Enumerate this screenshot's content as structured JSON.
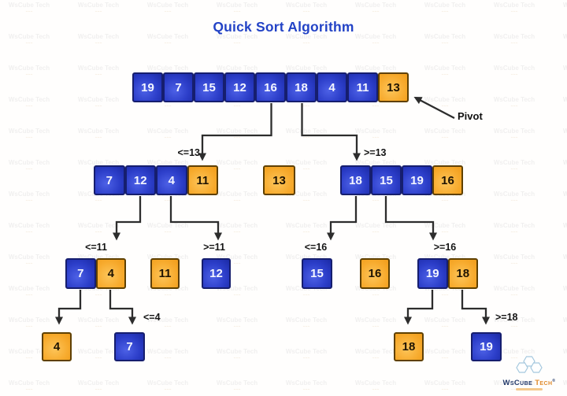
{
  "title": "Quick Sort Algorithm",
  "pivot_label": "Pivot",
  "watermark": {
    "text": "WsCube Tech"
  },
  "logo": {
    "brand": "WsCube",
    "product": "Tech",
    "registered": "®"
  },
  "colors": {
    "box_blue": "#2c3ec9",
    "box_orange": "#f7ab2e",
    "title_blue": "#2343c6",
    "arrow": "#2d2d2d"
  },
  "tree": {
    "nodes": [
      {
        "id": "main-array",
        "cells": [
          {
            "value": "19",
            "variant": "blue"
          },
          {
            "value": "7",
            "variant": "blue"
          },
          {
            "value": "15",
            "variant": "blue"
          },
          {
            "value": "12",
            "variant": "blue"
          },
          {
            "value": "16",
            "variant": "blue"
          },
          {
            "value": "18",
            "variant": "blue"
          },
          {
            "value": "4",
            "variant": "blue"
          },
          {
            "value": "11",
            "variant": "blue"
          },
          {
            "value": "13",
            "variant": "orange"
          }
        ]
      },
      {
        "id": "partition-le13",
        "cells": [
          {
            "value": "7",
            "variant": "blue"
          },
          {
            "value": "12",
            "variant": "blue"
          },
          {
            "value": "4",
            "variant": "blue"
          },
          {
            "value": "11",
            "variant": "orange"
          }
        ]
      },
      {
        "id": "pivot-13",
        "cells": [
          {
            "value": "13",
            "variant": "orange"
          }
        ]
      },
      {
        "id": "partition-ge13",
        "cells": [
          {
            "value": "18",
            "variant": "blue"
          },
          {
            "value": "15",
            "variant": "blue"
          },
          {
            "value": "19",
            "variant": "blue"
          },
          {
            "value": "16",
            "variant": "orange"
          }
        ]
      },
      {
        "id": "pair-7-4",
        "cells": [
          {
            "value": "7",
            "variant": "blue"
          },
          {
            "value": "4",
            "variant": "orange"
          }
        ]
      },
      {
        "id": "single-11",
        "cells": [
          {
            "value": "11",
            "variant": "orange"
          }
        ]
      },
      {
        "id": "single-12",
        "cells": [
          {
            "value": "12",
            "variant": "blue"
          }
        ]
      },
      {
        "id": "single-15",
        "cells": [
          {
            "value": "15",
            "variant": "blue"
          }
        ]
      },
      {
        "id": "single-16",
        "cells": [
          {
            "value": "16",
            "variant": "orange"
          }
        ]
      },
      {
        "id": "pair-19-18",
        "cells": [
          {
            "value": "19",
            "variant": "blue"
          },
          {
            "value": "18",
            "variant": "orange"
          }
        ]
      },
      {
        "id": "leaf-4",
        "cells": [
          {
            "value": "4",
            "variant": "orange"
          }
        ]
      },
      {
        "id": "leaf-7",
        "cells": [
          {
            "value": "7",
            "variant": "blue"
          }
        ]
      },
      {
        "id": "leaf-18",
        "cells": [
          {
            "value": "18",
            "variant": "orange"
          }
        ]
      },
      {
        "id": "leaf-19",
        "cells": [
          {
            "value": "19",
            "variant": "blue"
          }
        ]
      }
    ],
    "partition_labels": [
      {
        "id": "le13",
        "text": "<=13"
      },
      {
        "id": "ge13",
        "text": ">=13"
      },
      {
        "id": "le11",
        "text": "<=11"
      },
      {
        "id": "ge11",
        "text": ">=11"
      },
      {
        "id": "le16",
        "text": "<=16"
      },
      {
        "id": "ge16",
        "text": ">=16"
      },
      {
        "id": "le4",
        "text": "<=4"
      },
      {
        "id": "ge18",
        "text": ">=18"
      }
    ]
  }
}
